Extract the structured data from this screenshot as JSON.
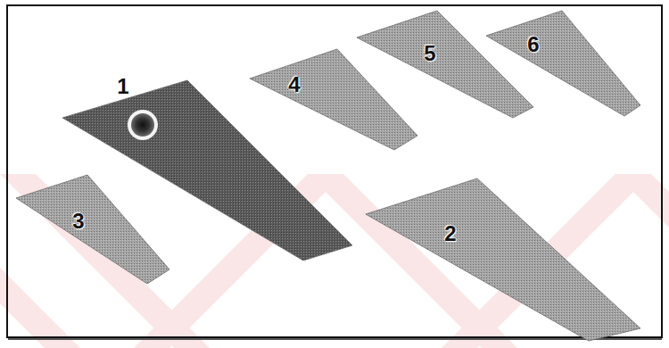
{
  "diagram": {
    "nodes": [
      {
        "text": [
          "1"
        ]
      },
      {
        "text": [
          "4"
        ]
      },
      {
        "text": [
          "5"
        ]
      },
      {
        "text": [
          "6"
        ]
      },
      {
        "text": [
          "3"
        ]
      },
      {
        "text": [
          "2"
        ]
      }
    ]
  }
}
